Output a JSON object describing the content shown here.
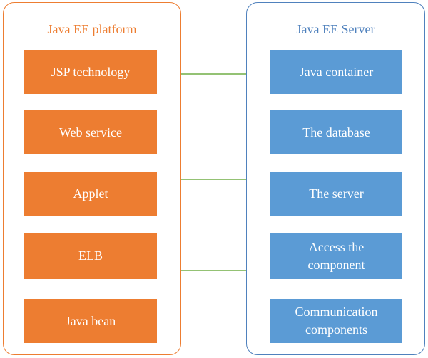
{
  "left_panel": {
    "title": "Java EE platform",
    "color": "#ed7d31",
    "items": [
      "JSP technology",
      "Web service",
      "Applet",
      "ELB",
      "Java bean"
    ]
  },
  "right_panel": {
    "title": "Java EE Server",
    "color": "#4f81bd",
    "items": [
      "Java container",
      "The database",
      "The server",
      "Access the\ncomponent",
      "Communication\ncomponents"
    ]
  },
  "connector_color": "#70ad47"
}
